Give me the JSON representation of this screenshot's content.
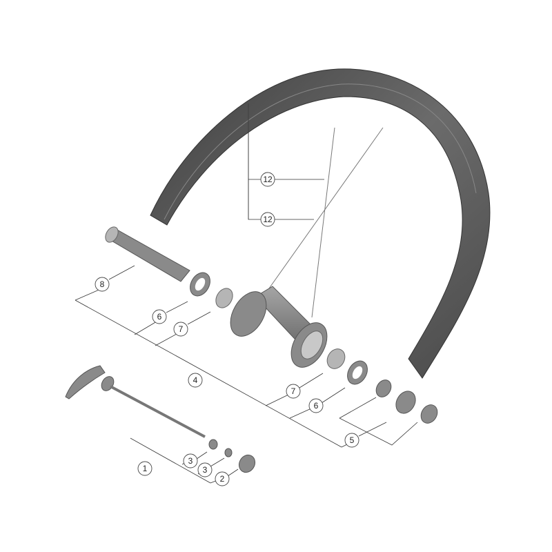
{
  "diagram": {
    "type": "exploded parts diagram",
    "colors": {
      "parts": "#8a8a8a",
      "rim": "#5a5a5a",
      "lines": "#333333"
    },
    "callouts": [
      {
        "id": "c12a",
        "label": "12"
      },
      {
        "id": "c12b",
        "label": "12"
      },
      {
        "id": "c8",
        "label": "8"
      },
      {
        "id": "c6a",
        "label": "6"
      },
      {
        "id": "c7a",
        "label": "7"
      },
      {
        "id": "c4",
        "label": "4"
      },
      {
        "id": "c7b",
        "label": "7"
      },
      {
        "id": "c6b",
        "label": "6"
      },
      {
        "id": "c5",
        "label": "5"
      },
      {
        "id": "c1",
        "label": "1"
      },
      {
        "id": "c3a",
        "label": "3"
      },
      {
        "id": "c3b",
        "label": "3"
      },
      {
        "id": "c2",
        "label": "2"
      }
    ]
  }
}
